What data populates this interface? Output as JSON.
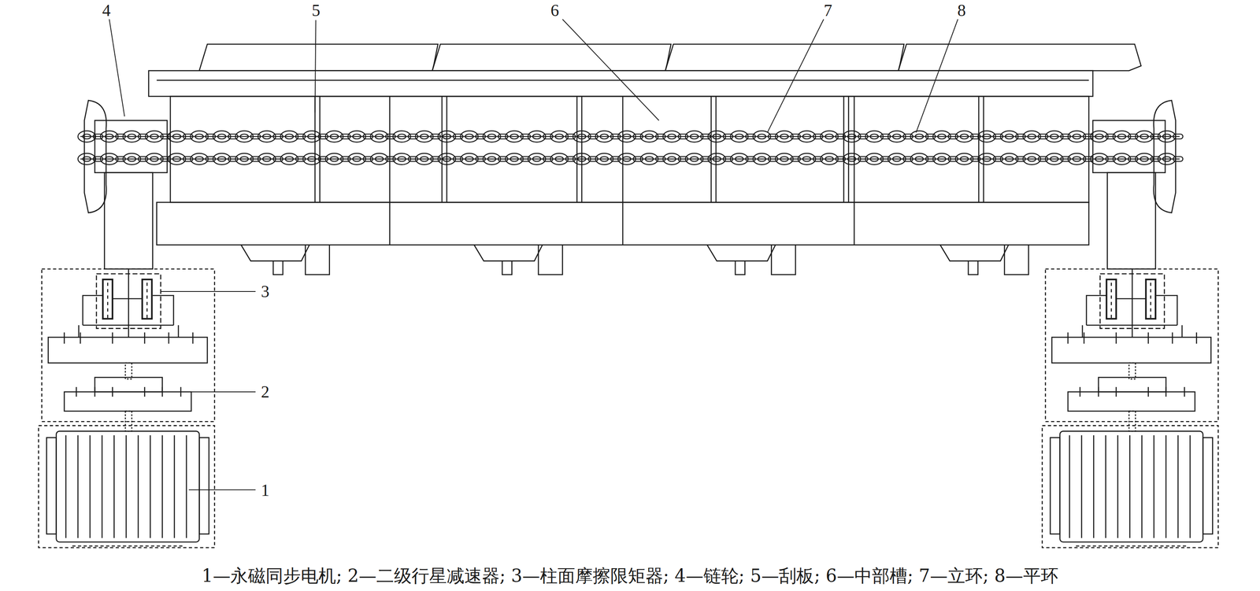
{
  "diagram": {
    "caption": "1—永磁同步电机; 2—二级行星减速器; 3—柱面摩擦限矩器; 4—链轮; 5—刮板; 6—中部槽; 7—立环; 8—平环",
    "labels": [
      "4",
      "5",
      "6",
      "7",
      "8",
      "3",
      "2",
      "1"
    ]
  }
}
